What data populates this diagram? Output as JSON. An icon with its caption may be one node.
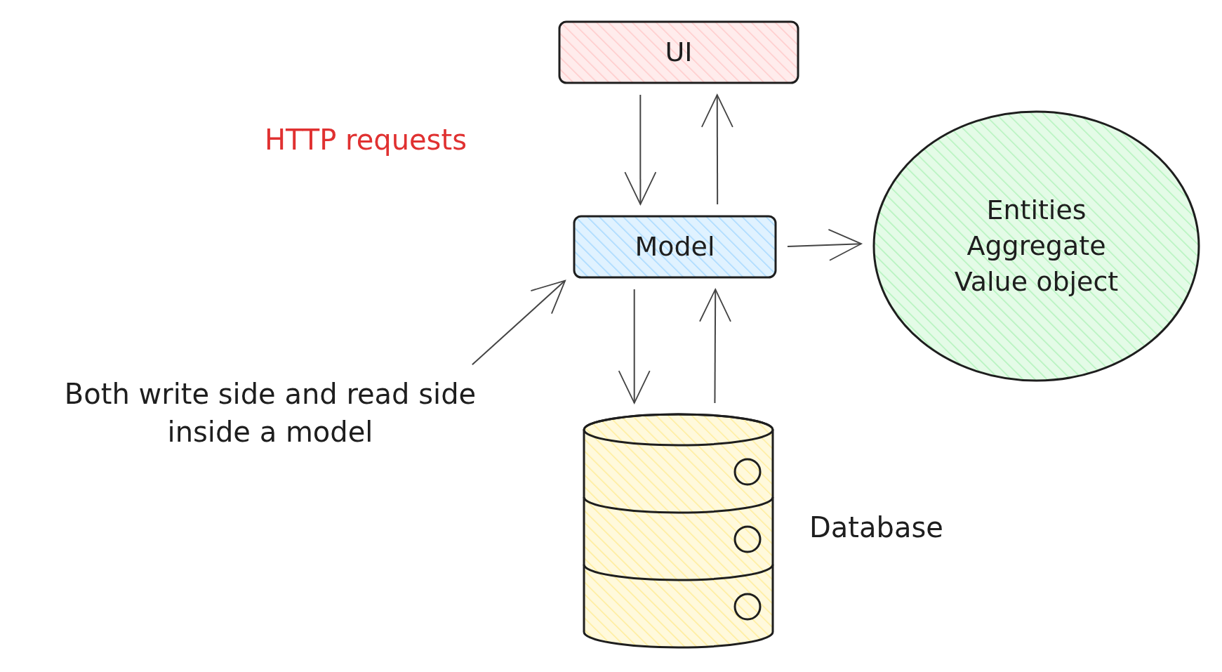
{
  "diagram": {
    "nodes": [
      {
        "text": [
          "UI"
        ]
      },
      {
        "text": [
          "Model"
        ]
      },
      {
        "text": [
          "Entities",
          "Aggregate",
          "Value object"
        ]
      },
      {
        "text": [],
        "shape": "cylinder",
        "beside": [
          "Database"
        ]
      },
      {
        "text": [
          "Both write side and read side inside a model"
        ]
      }
    ],
    "edges": [
      {
        "from": 0,
        "to": 1,
        "arrow": "to"
      },
      {
        "from": 1,
        "to": 0,
        "arrow": "to"
      },
      {
        "from": 1,
        "to": 2,
        "arrow": "to"
      },
      {
        "from": 1,
        "to": 3,
        "arrow": "to"
      },
      {
        "from": 3,
        "to": 1,
        "arrow": "to"
      },
      {
        "from": 4,
        "to": 1,
        "arrow": "to"
      }
    ],
    "labels": [
      "HTTP requests"
    ]
  }
}
